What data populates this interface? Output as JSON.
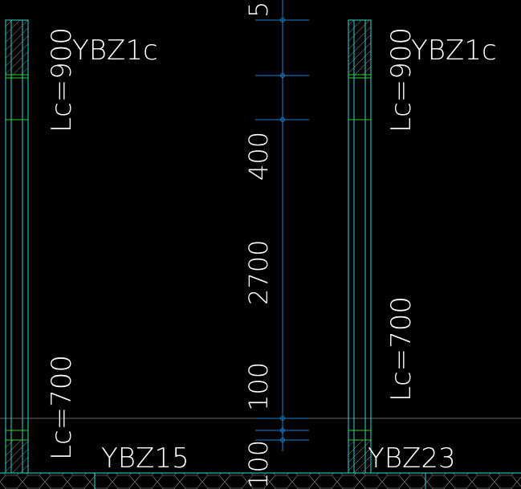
{
  "labels": {
    "ybz1c_left": "YBZ1c",
    "ybz1c_right": "YBZ1c",
    "lc900_left": "Lc=900",
    "lc900_right": "Lc=900",
    "lc700_left": "Lc=700",
    "lc700_right": "Lc=700",
    "ybz15": "YBZ15",
    "ybz23": "YBZ23"
  },
  "dimensions": {
    "top": "5",
    "d400": "400",
    "d2700": "2700",
    "d100": "100",
    "bottom": "100"
  },
  "colors": {
    "background": "#000000",
    "wall_outline": "#2fd7d7",
    "section_line": "#33cc33",
    "dimension_line": "#1e7fd1",
    "grid_line": "#8a8a8a",
    "text": "#ffffff"
  }
}
